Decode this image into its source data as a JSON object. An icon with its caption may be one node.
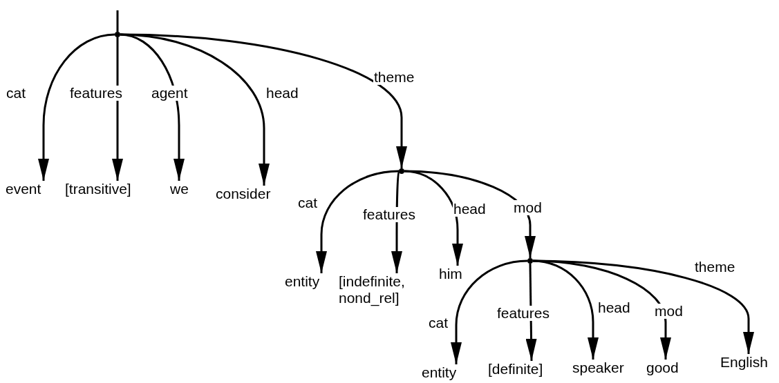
{
  "diagram": {
    "nodes": [
      {
        "text": [],
        "shape": "dot"
      },
      {
        "text": [
          "event"
        ]
      },
      {
        "text": [
          "[transitive]"
        ]
      },
      {
        "text": [
          "we"
        ]
      },
      {
        "text": [
          "consider"
        ]
      },
      {
        "text": [],
        "shape": "dot"
      },
      {
        "text": [
          "entity"
        ]
      },
      {
        "text": [
          "[indefinite, nond_rel]"
        ]
      },
      {
        "text": [
          "him"
        ]
      },
      {
        "text": [],
        "shape": "dot"
      },
      {
        "text": [
          "entity"
        ]
      },
      {
        "text": [
          "[definite]"
        ]
      },
      {
        "text": [
          "speaker"
        ]
      },
      {
        "text": [
          "good"
        ]
      },
      {
        "text": [
          "English"
        ]
      }
    ],
    "edges": [
      {
        "from": null,
        "to": 0,
        "arrow": "none"
      },
      {
        "from": 0,
        "to": 1,
        "arrow": "to",
        "label": "cat"
      },
      {
        "from": 0,
        "to": 2,
        "arrow": "to",
        "label": "features"
      },
      {
        "from": 0,
        "to": 3,
        "arrow": "to",
        "label": "agent"
      },
      {
        "from": 0,
        "to": 4,
        "arrow": "to",
        "label": "head"
      },
      {
        "from": 0,
        "to": 5,
        "arrow": "to",
        "label": "theme"
      },
      {
        "from": 5,
        "to": 6,
        "arrow": "to",
        "label": "cat"
      },
      {
        "from": 5,
        "to": 7,
        "arrow": "to",
        "label": "features"
      },
      {
        "from": 5,
        "to": 8,
        "arrow": "to",
        "label": "head"
      },
      {
        "from": 5,
        "to": 9,
        "arrow": "to",
        "label": "mod"
      },
      {
        "from": 9,
        "to": 10,
        "arrow": "to",
        "label": "cat"
      },
      {
        "from": 9,
        "to": 11,
        "arrow": "to",
        "label": "features"
      },
      {
        "from": 9,
        "to": 12,
        "arrow": "to",
        "label": "head"
      },
      {
        "from": 9,
        "to": 13,
        "arrow": "to",
        "label": "mod"
      },
      {
        "from": 9,
        "to": 14,
        "arrow": "to",
        "label": "theme"
      }
    ]
  }
}
